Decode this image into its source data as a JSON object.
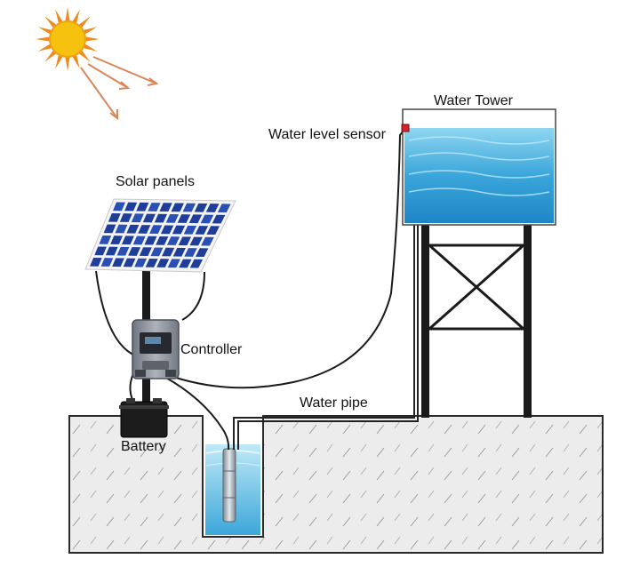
{
  "labels": {
    "sun": "",
    "solar_panels": "Solar panels",
    "controller": "Controller",
    "battery": "Battery",
    "water_pipe": "Water pipe",
    "water_tower": "Water Tower",
    "water_level_sensor": "Water level sensor"
  },
  "colors": {
    "sun_core": "#f7c20f",
    "sun_rays": "#f08a1c",
    "panel_cell": "#1f3e9a",
    "ground_fill": "#ececec",
    "ground_hatch": "#9a9a9a",
    "water_light": "#a9e0f4",
    "water_dark": "#2b93cf",
    "steel": "#1a1a1a",
    "sensor": "#d0242b",
    "controller_body": "#8c929c"
  }
}
